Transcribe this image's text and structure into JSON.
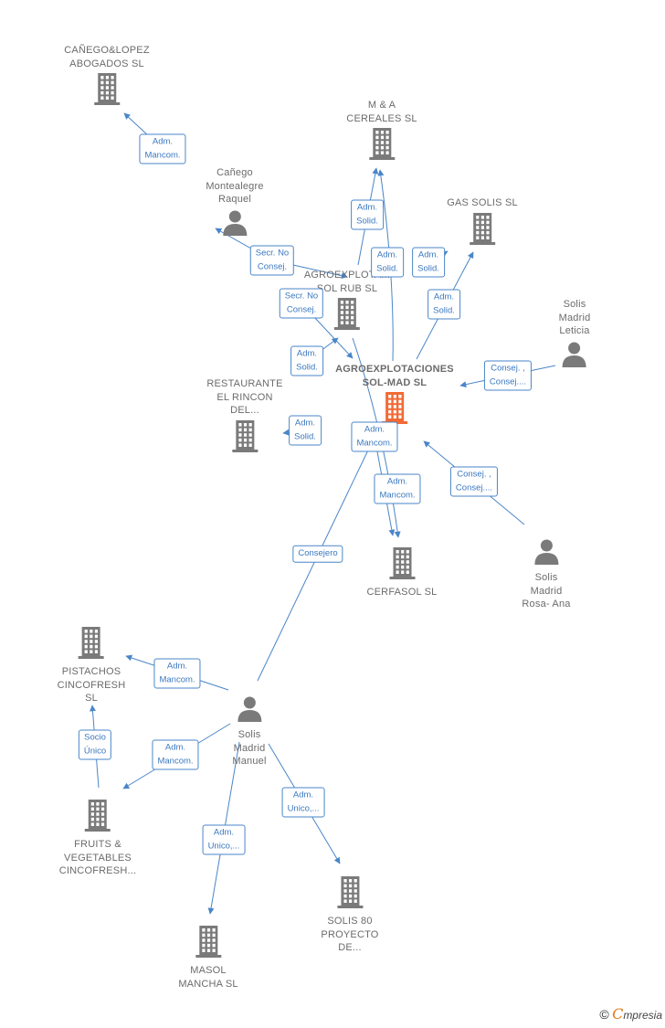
{
  "colors": {
    "edge": "#4a86c8",
    "company_icon": "#7a7a7a",
    "main_icon": "#f26a35",
    "person_icon": "#7a7a7a",
    "label": "#6b6b6b"
  },
  "nodes": [
    {
      "id": "canego-lopez",
      "type": "company",
      "lines": [
        "CAÑEGO&LOPEZ",
        "ABOGADOS SL"
      ]
    },
    {
      "id": "mya-cereales",
      "type": "company",
      "lines": [
        "M & A",
        "CEREALES SL"
      ]
    },
    {
      "id": "canego-raquel",
      "type": "person",
      "lines": [
        "Cañego",
        "Montealegre",
        "Raquel"
      ]
    },
    {
      "id": "gas-solis",
      "type": "company",
      "lines": [
        "GAS SOLIS SL"
      ]
    },
    {
      "id": "agro-sol-rub",
      "type": "company",
      "lines": [
        "AGROEXPLOTA...",
        "SOL RUB SL"
      ]
    },
    {
      "id": "solis-leticia",
      "type": "person",
      "lines": [
        "Solis",
        "Madrid",
        "Leticia"
      ]
    },
    {
      "id": "agro-sol-mad",
      "type": "main",
      "lines": [
        "AGROEXPLOTACIONES",
        "SOL-MAD SL"
      ]
    },
    {
      "id": "restaurante",
      "type": "company",
      "lines": [
        "RESTAURANTE",
        "EL RINCON",
        "DEL..."
      ]
    },
    {
      "id": "cerfasol",
      "type": "company",
      "lines": [
        "CERFASOL SL"
      ]
    },
    {
      "id": "solis-rosa-ana",
      "type": "person",
      "lines": [
        "Solis",
        "Madrid",
        "Rosa- Ana"
      ]
    },
    {
      "id": "pistachos",
      "type": "company",
      "lines": [
        "PISTACHOS",
        "CINCOFRESH",
        "SL"
      ]
    },
    {
      "id": "solis-manuel",
      "type": "person",
      "lines": [
        "Solis",
        "Madrid",
        "Manuel"
      ]
    },
    {
      "id": "fruits",
      "type": "company",
      "lines": [
        "FRUITS &",
        "VEGETABLES",
        "CINCOFRESH..."
      ]
    },
    {
      "id": "solis-80",
      "type": "company",
      "lines": [
        "SOLIS 80",
        "PROYECTO",
        "DE..."
      ]
    },
    {
      "id": "masol",
      "type": "company",
      "lines": [
        "MASOL",
        "MANCHA SL"
      ]
    }
  ],
  "relations": [
    {
      "id": "r1",
      "lines": [
        "Adm.",
        "Mancom."
      ]
    },
    {
      "id": "r2",
      "lines": [
        "Adm.",
        "Solid."
      ]
    },
    {
      "id": "r3",
      "lines": [
        "Secr. No",
        "Consej."
      ]
    },
    {
      "id": "r4",
      "lines": [
        "Adm.",
        "Solid."
      ]
    },
    {
      "id": "r5",
      "lines": [
        "Adm.",
        "Solid."
      ]
    },
    {
      "id": "r6",
      "lines": [
        "Secr. No",
        "Consej."
      ]
    },
    {
      "id": "r7",
      "lines": [
        "Adm.",
        "Solid."
      ]
    },
    {
      "id": "r8",
      "lines": [
        "Adm.",
        "Solid."
      ]
    },
    {
      "id": "r9",
      "lines": [
        "Consej. ,",
        "Consej...."
      ]
    },
    {
      "id": "r10",
      "lines": [
        "Adm.",
        "Solid."
      ]
    },
    {
      "id": "r11",
      "lines": [
        "Adm.",
        "Mancom."
      ]
    },
    {
      "id": "r12",
      "lines": [
        "Consej. ,",
        "Consej...."
      ]
    },
    {
      "id": "r13",
      "lines": [
        "Adm.",
        "Mancom."
      ]
    },
    {
      "id": "r14",
      "lines": [
        "Consejero"
      ]
    },
    {
      "id": "r15",
      "lines": [
        "Adm.",
        "Mancom."
      ]
    },
    {
      "id": "r16",
      "lines": [
        "Socio",
        "Único"
      ]
    },
    {
      "id": "r17",
      "lines": [
        "Adm.",
        "Mancom."
      ]
    },
    {
      "id": "r18",
      "lines": [
        "Adm.",
        "Unico,..."
      ]
    },
    {
      "id": "r19",
      "lines": [
        "Adm.",
        "Unico,..."
      ]
    }
  ],
  "footer": {
    "copyright": "©",
    "brand_initial": "C",
    "brand_rest": "mpresia"
  }
}
